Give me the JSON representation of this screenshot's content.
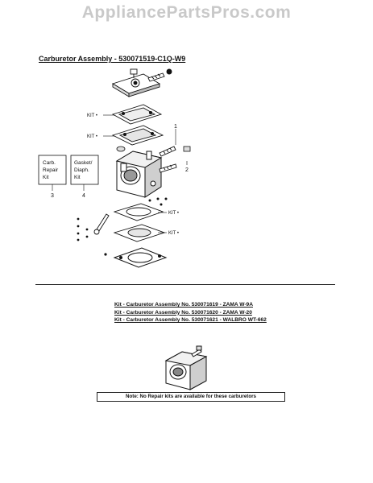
{
  "watermark": "AppliancePartsPros.com",
  "section_title": "Carburetor Assembly - 530071519-C1Q-W9",
  "callouts": {
    "kit_top": "KIT",
    "kit_second": "KIT",
    "kit_third": "KIT",
    "kit_fourth": "KIT",
    "ref_1": "1",
    "ref_2": "2",
    "ref_3": "3",
    "ref_4": "4"
  },
  "legend_boxes": {
    "carb_repair_kit": [
      "Carb.",
      "Repair",
      "Kit"
    ],
    "gasket_diaph_kit": [
      "Gasket/",
      "Diaph.",
      "Kit"
    ]
  },
  "kit_lines": [
    "Kit - Carburetor Assembly No. 530071619 - ZAMA W-9A",
    "Kit - Carburetor Assembly No. 530071620 - ZAMA W-20",
    "Kit - Carburetor Assembly No. 530071621 - WALBRO WT-662"
  ],
  "note": "Note: No Repair kits are available for these carburetors"
}
